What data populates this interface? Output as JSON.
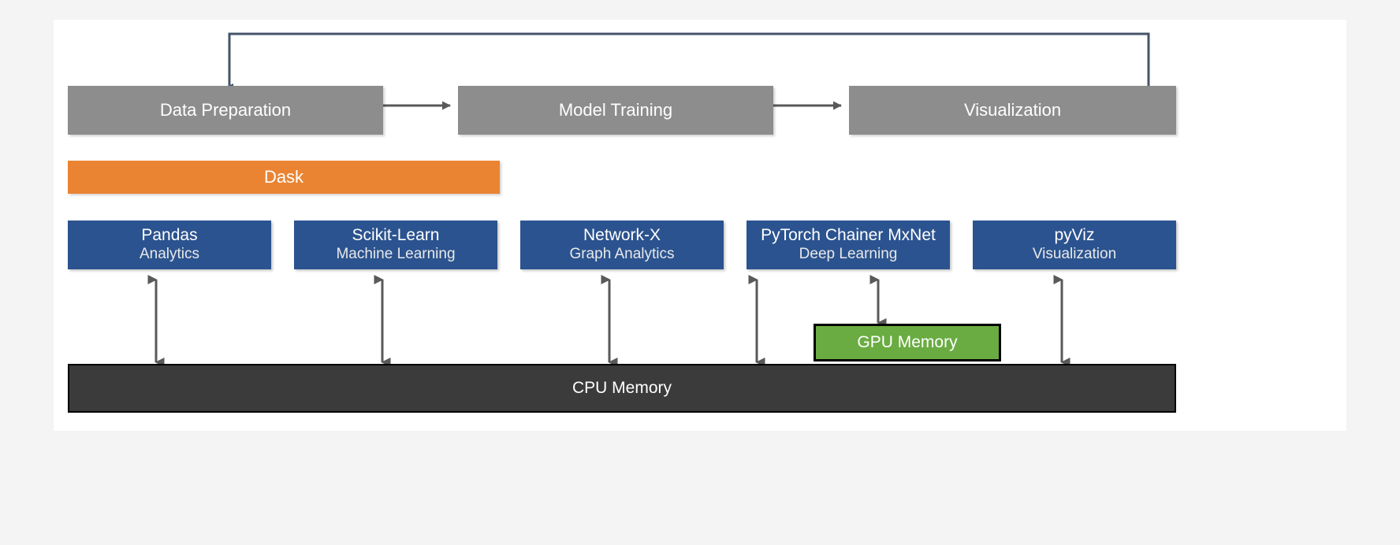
{
  "diagram": {
    "title": "RAPIDS data science workflow stack",
    "colors": {
      "background": "#f4f4f4",
      "card": "#ffffff",
      "pipeline_box": "#8d8d8d",
      "dask": "#ea8433",
      "library": "#2b538f",
      "gpu_memory": "#6aac42",
      "cpu_memory": "#3b3b3b",
      "feedback_arrow": "#44546a",
      "flow_arrow": "#595959",
      "memory_arrow": "#595959"
    },
    "pipeline": {
      "name": "workflow-pipeline",
      "stages": [
        {
          "label": "Data Preparation"
        },
        {
          "label": "Model Training"
        },
        {
          "label": "Visualization"
        }
      ]
    },
    "scheduler": {
      "label": "Dask"
    },
    "libraries": [
      {
        "title": "Pandas",
        "subtitle": "Analytics"
      },
      {
        "title": "Scikit-Learn",
        "subtitle": "Machine Learning"
      },
      {
        "title": "Network-X",
        "subtitle": "Graph Analytics"
      },
      {
        "title": "PyTorch Chainer MxNet",
        "subtitle": "Deep Learning"
      },
      {
        "title": "pyViz",
        "subtitle": "Visualization"
      }
    ],
    "memory": {
      "gpu_label": "GPU Memory",
      "cpu_label": "CPU Memory"
    },
    "connectors": {
      "feedback_label": "visualization-to-data-preparation-feedback",
      "flow_1_label": "data-preparation-to-model-training",
      "flow_2_label": "model-training-to-visualization"
    }
  }
}
